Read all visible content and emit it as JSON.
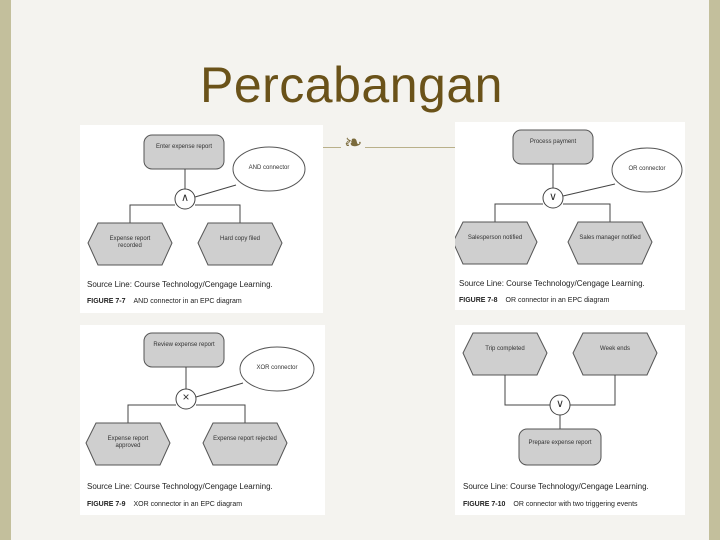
{
  "title": "Percabangan",
  "panels": [
    {
      "top_box": "Enter expense report",
      "callout": "AND connector",
      "connector": "∧",
      "left_event": "Expense report recorded",
      "right_event": "Hard copy filed",
      "source": "Source Line: Course Technology/Cengage Learning.",
      "figure_no": "FIGURE 7-7",
      "figure_text": "AND connector in an EPC diagram"
    },
    {
      "top_box": "Process payment",
      "callout": "OR connector",
      "connector": "∨",
      "left_event": "Salesperson notified",
      "right_event": "Sales manager notified",
      "source": "Source Line: Course Technology/Cengage Learning.",
      "figure_no": "FIGURE 7-8",
      "figure_text": "OR connector in an EPC diagram"
    },
    {
      "top_box": "Review expense report",
      "callout": "XOR connector",
      "connector": "×",
      "left_event": "Expense report approved",
      "right_event": "Expense report rejected",
      "source": "Source Line: Course Technology/Cengage Learning.",
      "figure_no": "FIGURE 7-9",
      "figure_text": "XOR connector in an EPC diagram"
    },
    {
      "left_event": "Trip completed",
      "right_event": "Week ends",
      "connector": "∨",
      "bottom_box": "Prepare expense report",
      "source": "Source Line: Course Technology/Cengage Learning.",
      "figure_no": "FIGURE 7-10",
      "figure_text": "OR connector with two triggering events"
    }
  ]
}
